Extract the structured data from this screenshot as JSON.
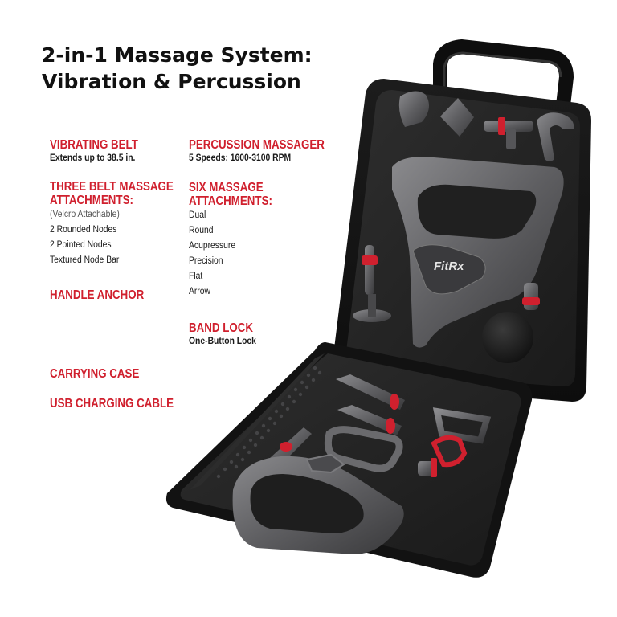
{
  "title": {
    "line1": "2-in-1 Massage System:",
    "line2": "Vibration & Percussion"
  },
  "features": {
    "vibrating_belt": {
      "heading": "VIBRATING BELT",
      "detail": "Extends up to 38.5 in."
    },
    "belt_attachments": {
      "heading_line1": "THREE BELT MASSAGE",
      "heading_line2": "ATTACHMENTS:",
      "note": "(Velcro Attachable)",
      "items": [
        "2 Rounded Nodes",
        "2 Pointed Nodes",
        "Textured Node Bar"
      ]
    },
    "handle_anchor": {
      "heading": "HANDLE ANCHOR"
    },
    "carrying_case": {
      "heading": "CARRYING CASE"
    },
    "usb_cable": {
      "heading": "USB CHARGING CABLE"
    },
    "percussion_massager": {
      "heading": "PERCUSSION MASSAGER",
      "detail": "5 Speeds: 1600-3100 RPM"
    },
    "six_attachments": {
      "heading_line1": "SIX MASSAGE",
      "heading_line2": "ATTACHMENTS:",
      "items": [
        "Dual",
        "Round",
        "Acupressure",
        "Precision",
        "Flat",
        "Arrow"
      ]
    },
    "band_lock": {
      "heading": "BAND LOCK",
      "detail": "One-Button Lock"
    }
  },
  "product": {
    "brand_logo": "FitRx",
    "colors": {
      "case": "#151515",
      "tray": "#262626",
      "metal": "#5e5e61",
      "accent": "#d0202e"
    }
  }
}
